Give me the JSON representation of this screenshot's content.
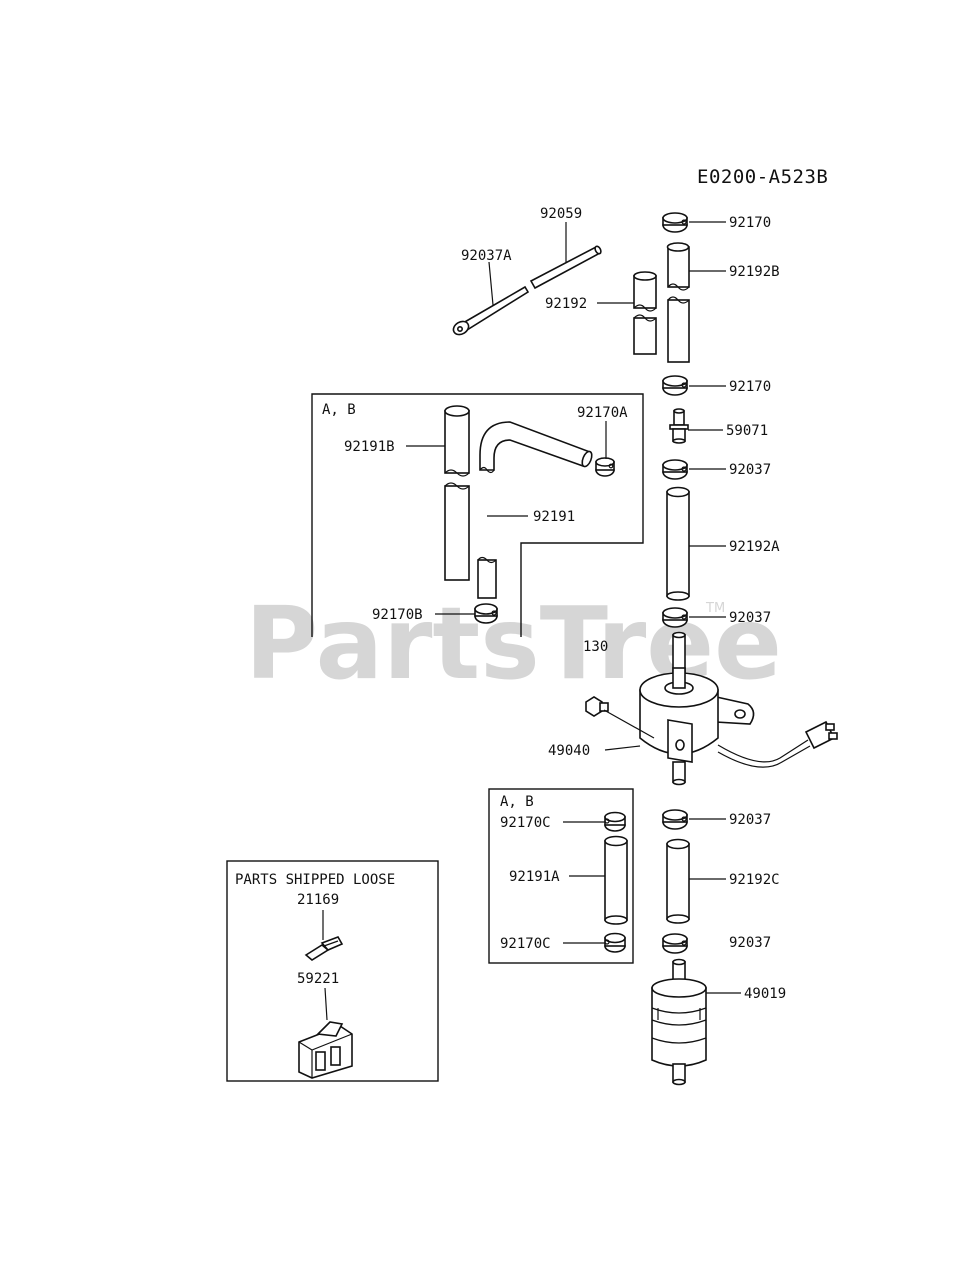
{
  "diagram": {
    "code": "E0200-A523B",
    "watermark": "PartsTree",
    "trademark": "TM"
  },
  "groups": {
    "group_ab_1": "A, B",
    "group_ab_2": "A, B",
    "loose_title": "PARTS SHIPPED LOOSE"
  },
  "labels": {
    "p92059": "92059",
    "p92037A": "92037A",
    "p92192": "92192",
    "p92170_top": "92170",
    "p92192B": "92192B",
    "p92170_mid": "92170",
    "p59071": "59071",
    "p92037_1": "92037",
    "p92192A": "92192A",
    "p92037_2": "92037",
    "p130": "130",
    "p49040": "49040",
    "p92037_3": "92037",
    "p92192C": "92192C",
    "p92037_4": "92037",
    "p49019": "49019",
    "p92191B": "92191B",
    "p92170A": "92170A",
    "p92191": "92191",
    "p92170B": "92170B",
    "p92170C_1": "92170C",
    "p92191A": "92191A",
    "p92170C_2": "92170C",
    "p21169": "21169",
    "p59221": "59221"
  }
}
